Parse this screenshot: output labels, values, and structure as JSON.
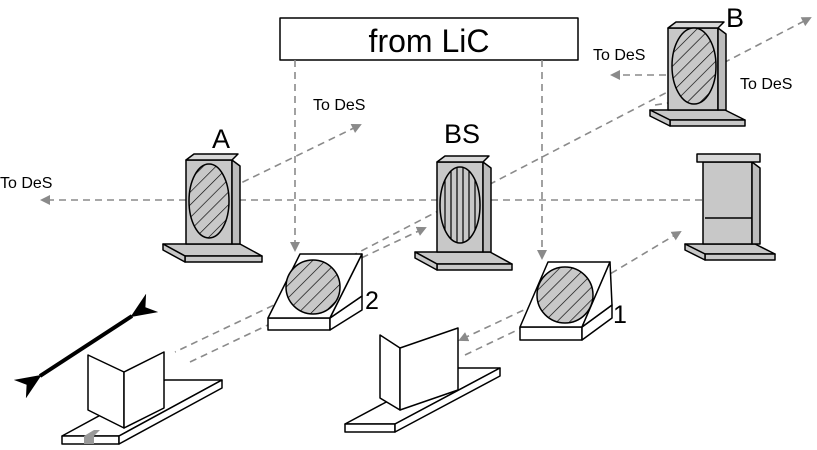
{
  "diagram": {
    "source_box_label": "from LiC",
    "labels": {
      "mirror_a": "A",
      "mirror_b": "B",
      "beam_splitter": "BS",
      "mirror_1": "1",
      "mirror_2": "2"
    },
    "outputs": {
      "left": "To DeS",
      "upper_mid": "To DeS",
      "top_right_a": "To DeS",
      "top_right_b": "To DeS"
    },
    "colors": {
      "beam": "#8a8a8a",
      "component_fill": "#c8c8c8",
      "base_fill": "#ffffff",
      "outline": "#000000"
    }
  }
}
